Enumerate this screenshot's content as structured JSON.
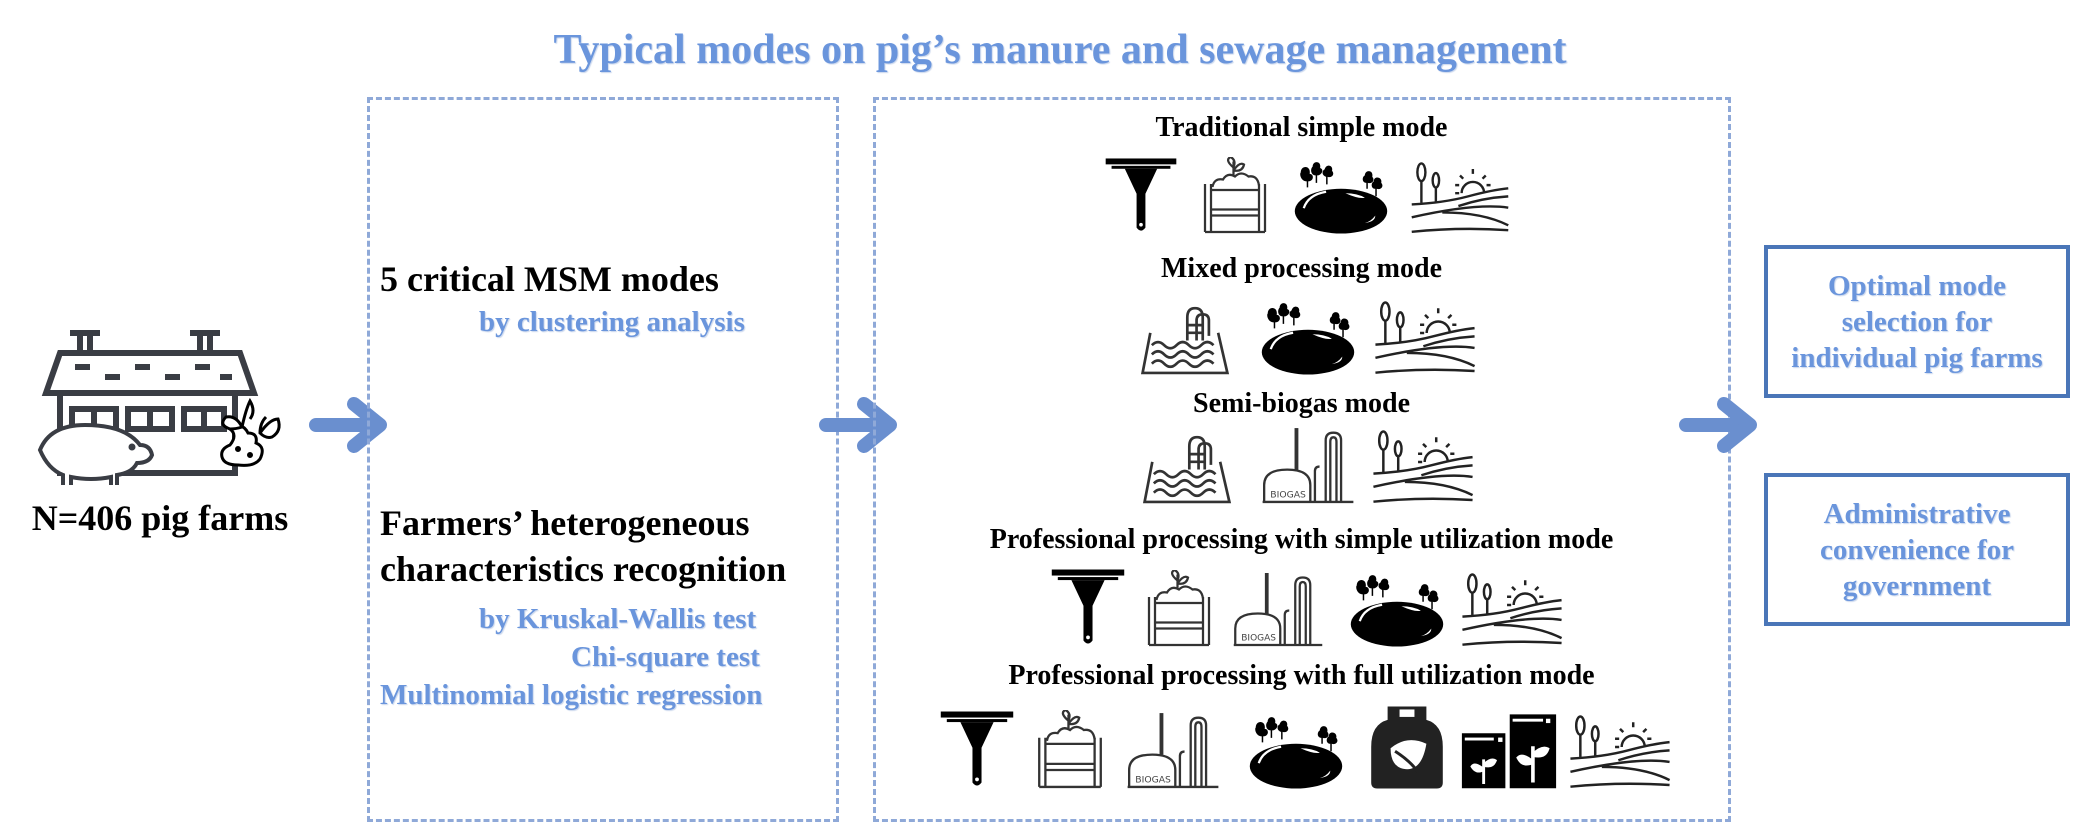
{
  "title": "Typical modes on pig’s manure and sewage management",
  "source": {
    "label": "N=406 pig farms",
    "icon": "pig-farm-icon"
  },
  "methods": {
    "block1": {
      "heading": "5 critical MSM modes",
      "method": "by clustering analysis"
    },
    "block2": {
      "heading_line1": "Farmers’ heterogeneous",
      "heading_line2": "characteristics recognition",
      "methods": [
        "by Kruskal-Wallis test",
        "Chi-square test",
        "Multinomial logistic regression"
      ]
    }
  },
  "modes": [
    {
      "label": "Traditional simple mode",
      "icons": [
        "scraper-icon",
        "compost-bin-icon",
        "pond-icon",
        "field-icon"
      ]
    },
    {
      "label": "Mixed processing mode",
      "icons": [
        "sedimentation-pool-icon",
        "pond-icon",
        "field-icon"
      ]
    },
    {
      "label": "Semi-biogas mode",
      "icons": [
        "sedimentation-pool-icon",
        "biogas-plant-icon",
        "field-icon"
      ]
    },
    {
      "label": "Professional processing with simple utilization mode",
      "icons": [
        "scraper-icon",
        "compost-bin-icon",
        "biogas-plant-icon",
        "pond-icon",
        "field-icon"
      ]
    },
    {
      "label": "Professional processing with full utilization mode",
      "icons": [
        "scraper-icon",
        "compost-bin-icon",
        "biogas-plant-icon",
        "pond-icon",
        "gas-cylinder-icon",
        "fertilizer-bags-icon",
        "field-icon"
      ]
    }
  ],
  "biogas_text": "BIOGAS",
  "outcomes": [
    {
      "line1": "Optimal mode",
      "line2": "selection for",
      "line3": "individual pig farms"
    },
    {
      "line1": "Administrative",
      "line2": "convenience for",
      "line3": "government"
    }
  ],
  "colors": {
    "accent_blue": "#6a95dc",
    "arrow_blue": "#6a8fcf",
    "box_border": "#4a76b8",
    "dashed_border": "#8fa9d8"
  }
}
